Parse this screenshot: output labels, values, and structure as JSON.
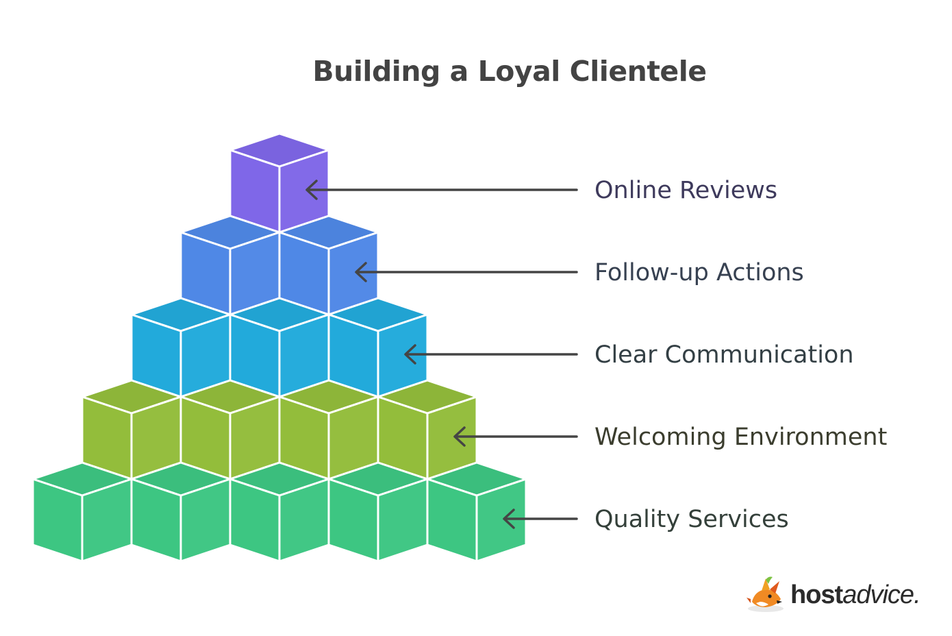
{
  "title": "Building a Loyal Clientele",
  "tiers": [
    {
      "label": "Online Reviews",
      "blocks": 1,
      "color": "#7f67e8",
      "text_color": "#3e3a5c"
    },
    {
      "label": "Follow-up Actions",
      "blocks": 2,
      "color": "#4f88e6",
      "text_color": "#374151"
    },
    {
      "label": "Clear Communication",
      "blocks": 3,
      "color": "#22aadb",
      "text_color": "#333f44"
    },
    {
      "label": "Welcoming Environment",
      "blocks": 4,
      "color": "#93bd3b",
      "text_color": "#3b3d2e"
    },
    {
      "label": "Quality Services",
      "blocks": 5,
      "color": "#3dc682",
      "text_color": "#34403a"
    }
  ],
  "arrow_color": "#454545",
  "brand": {
    "name_bold": "host",
    "name_light": "advice.",
    "logo_icon": "fox-icon"
  }
}
